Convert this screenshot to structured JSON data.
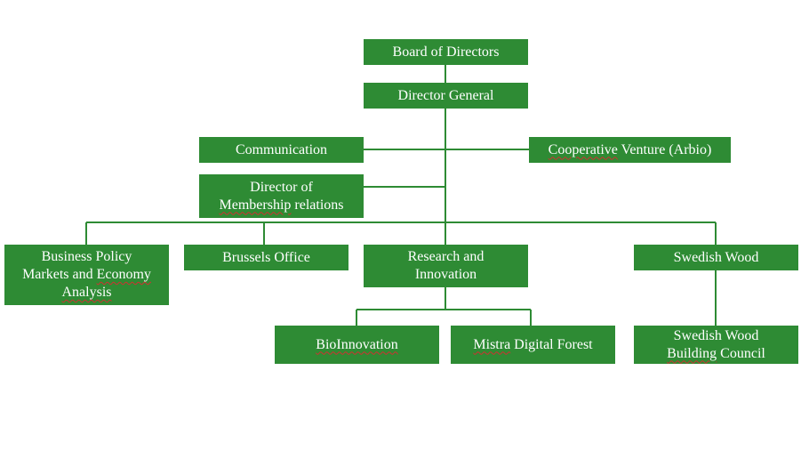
{
  "colors": {
    "box_fill": "#2e8b34",
    "box_text": "#ffffff",
    "connector": "#2e8b34",
    "spell_underline": "#d03030"
  },
  "org_chart": {
    "board": "Board of Directors",
    "director_general": "Director General",
    "communication": "Communication",
    "cooperative_venture": {
      "word1": "Cooperative",
      "rest": " Venture (Arbio)"
    },
    "director_membership": {
      "line1": "Director of",
      "line2_word": "Membership",
      "line2_rest": " relations"
    },
    "business_policy": {
      "line1": "Business Policy",
      "line2_start": "Markets and ",
      "line2_word": "Economy",
      "line3": "Analysis"
    },
    "brussels_office": "Brussels Office",
    "research_innovation": {
      "line1": "Research and",
      "line2": "Innovation"
    },
    "swedish_wood": "Swedish Wood",
    "bioinnovation": "BioInnovation",
    "mistra": {
      "word1": "Mistra",
      "rest": " Digital Forest"
    },
    "building_council": {
      "line1": "Swedish Wood",
      "line2_word": "Building",
      "line2_rest": " Council"
    }
  }
}
